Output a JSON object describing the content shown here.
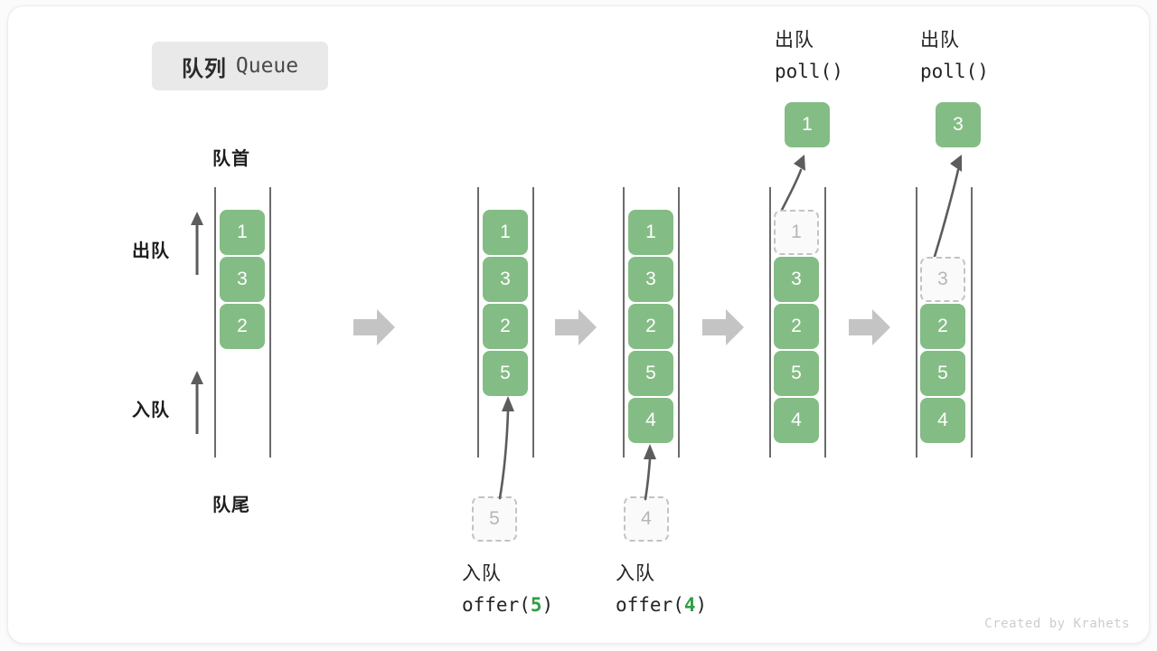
{
  "title": {
    "cn": "队列",
    "en": "Queue"
  },
  "axis": {
    "head": "队首",
    "tail": "队尾",
    "dequeue": "出队",
    "enqueue": "入队"
  },
  "colors": {
    "cell_fill": "#84bc85",
    "cell_text": "#ffffff",
    "ghost_border": "#c3c3c3",
    "ghost_text": "#b6b6b6",
    "rail": "#6b6b6b",
    "step_arrow": "#c4c4c4",
    "accent_number": "#2f9e44",
    "pill_bg": "#e9e9e9"
  },
  "columns": [
    {
      "id": "initial",
      "cells": [
        {
          "value": "1",
          "state": "filled"
        },
        {
          "value": "3",
          "state": "filled"
        },
        {
          "value": "2",
          "state": "filled"
        }
      ],
      "caption": null,
      "incoming": null,
      "outgoing": null
    },
    {
      "id": "after-offer-5",
      "cells": [
        {
          "value": "1",
          "state": "filled"
        },
        {
          "value": "3",
          "state": "filled"
        },
        {
          "value": "2",
          "state": "filled"
        },
        {
          "value": "5",
          "state": "filled"
        }
      ],
      "caption": {
        "cn": "入队",
        "code_prefix": "offer(",
        "code_value": "5",
        "code_suffix": ")"
      },
      "incoming": {
        "value": "5",
        "state": "ghost"
      },
      "outgoing": null
    },
    {
      "id": "after-offer-4",
      "cells": [
        {
          "value": "1",
          "state": "filled"
        },
        {
          "value": "3",
          "state": "filled"
        },
        {
          "value": "2",
          "state": "filled"
        },
        {
          "value": "5",
          "state": "filled"
        },
        {
          "value": "4",
          "state": "filled"
        }
      ],
      "caption": {
        "cn": "入队",
        "code_prefix": "offer(",
        "code_value": "4",
        "code_suffix": ")"
      },
      "incoming": {
        "value": "4",
        "state": "ghost"
      },
      "outgoing": null
    },
    {
      "id": "after-poll-1",
      "cells": [
        {
          "value": "1",
          "state": "ghost"
        },
        {
          "value": "3",
          "state": "filled"
        },
        {
          "value": "2",
          "state": "filled"
        },
        {
          "value": "5",
          "state": "filled"
        },
        {
          "value": "4",
          "state": "filled"
        }
      ],
      "caption": {
        "cn": "出队",
        "code_prefix": "poll(",
        "code_value": "",
        "code_suffix": ")"
      },
      "incoming": null,
      "outgoing": {
        "value": "1",
        "state": "filled"
      }
    },
    {
      "id": "after-poll-3",
      "cells": [
        {
          "value": "",
          "state": "empty"
        },
        {
          "value": "3",
          "state": "ghost"
        },
        {
          "value": "2",
          "state": "filled"
        },
        {
          "value": "5",
          "state": "filled"
        },
        {
          "value": "4",
          "state": "filled"
        }
      ],
      "caption": {
        "cn": "出队",
        "code_prefix": "poll(",
        "code_value": "",
        "code_suffix": ")"
      },
      "incoming": null,
      "outgoing": {
        "value": "3",
        "state": "filled"
      }
    }
  ],
  "labels": {
    "poll_cn_4": "出队",
    "poll_code_4": "poll()",
    "poll_cn_5": "出队",
    "poll_code_5": "poll()",
    "offer_cn_2": "入队",
    "offer_code_2_prefix": "offer(",
    "offer_code_2_value": "5",
    "offer_code_2_suffix": ")",
    "offer_cn_3": "入队",
    "offer_code_3_prefix": "offer(",
    "offer_code_3_value": "4",
    "offer_code_3_suffix": ")",
    "ghost_5": "5",
    "ghost_4": "4",
    "out_cell_4": "1",
    "out_cell_5": "3"
  },
  "credit": "Created by Krahets"
}
